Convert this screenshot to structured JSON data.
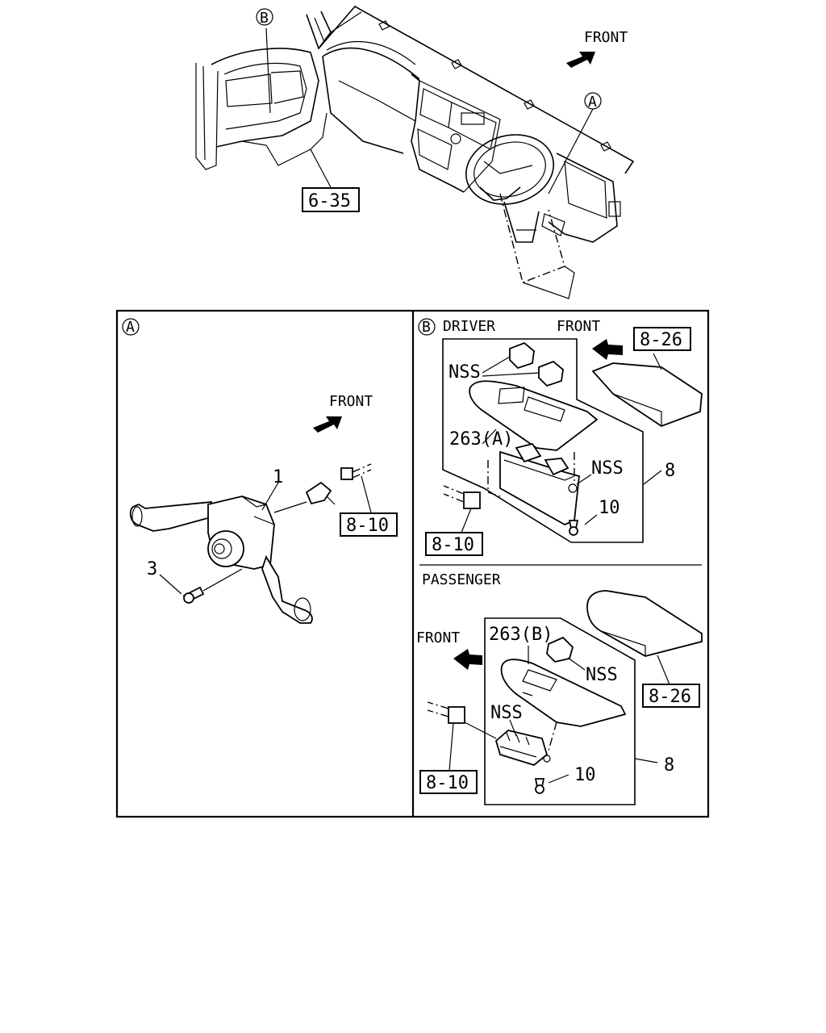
{
  "top_view": {
    "front_label": "FRONT",
    "callout_a": "A",
    "callout_b": "B",
    "ref_box": "6-35"
  },
  "panel_a": {
    "callout": "A",
    "front_label": "FRONT",
    "part_1": "1",
    "part_3": "3",
    "ref_box": "8-10"
  },
  "panel_b_driver": {
    "callout": "B",
    "title": "DRIVER",
    "front_label": "FRONT",
    "ref_top": "8-26",
    "nss_top": "NSS",
    "part_263a": "263(A)",
    "nss_side": "NSS",
    "part_8": "8",
    "part_10": "10",
    "ref_bottom": "8-10"
  },
  "panel_b_passenger": {
    "title": "PASSENGER",
    "front_label": "FRONT",
    "part_263b": "263(B)",
    "nss_top": "NSS",
    "ref_top": "8-26",
    "nss_bottom": "NSS",
    "part_8": "8",
    "part_10": "10",
    "ref_bottom": "8-10"
  }
}
